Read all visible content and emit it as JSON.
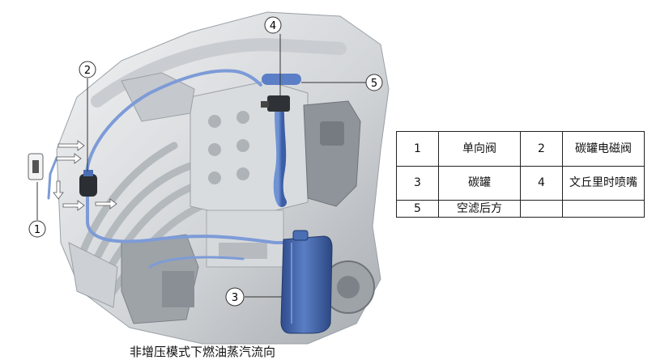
{
  "diagram": {
    "callouts": [
      "1",
      "2",
      "3",
      "4",
      "5"
    ],
    "caption": "非增压模式下燃油蒸汽流向"
  },
  "legend": {
    "rows": [
      [
        {
          "num": "1",
          "name": "单向阀"
        },
        {
          "num": "2",
          "name": "碳罐电磁阀"
        }
      ],
      [
        {
          "num": "3",
          "name": "碳罐"
        },
        {
          "num": "4",
          "name": "文丘里时喷嘴"
        }
      ],
      [
        {
          "num": "5",
          "name": "空滤后方"
        },
        {
          "num": "",
          "name": ""
        }
      ]
    ]
  },
  "colors": {
    "engine_light": "#e4e6e8",
    "engine_mid": "#c3c7cb",
    "engine_dark": "#8f949a",
    "pipe_blue": "#4a6fb5",
    "canister_blue": "#3d5fa8",
    "flow_arrow": "#ffffff"
  }
}
